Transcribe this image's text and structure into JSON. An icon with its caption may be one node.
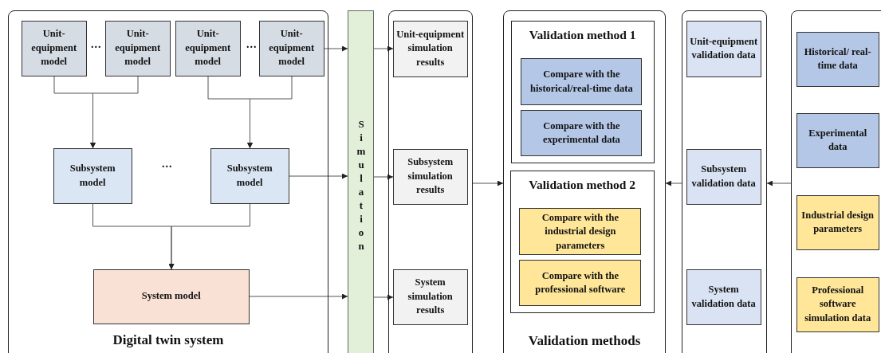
{
  "diagram": {
    "nodes": [
      {
        "text": [
          "Digital twin system"
        ]
      },
      {
        "text": [
          "Unit-equipment model"
        ],
        "in": 0
      },
      {
        "text": [
          "Unit-equipment model"
        ],
        "in": 0
      },
      {
        "text": [
          "Unit-equipment model"
        ],
        "in": 0
      },
      {
        "text": [
          "Unit-equipment model"
        ],
        "in": 0
      },
      {
        "text": [
          "Subsystem model"
        ],
        "in": 0
      },
      {
        "text": [
          "Subsystem model"
        ],
        "in": 0
      },
      {
        "text": [
          "System model"
        ],
        "in": 0
      },
      {
        "text": [
          "Simulation"
        ]
      },
      {
        "text": [],
        "shape": "box"
      },
      {
        "text": [
          "Unit-equipment simulation results"
        ],
        "in": 9
      },
      {
        "text": [
          "Subsystem simulation results"
        ],
        "in": 9
      },
      {
        "text": [
          "System simulation results"
        ],
        "in": 9
      },
      {
        "text": [
          "Validation methods"
        ]
      },
      {
        "text": [
          "Validation method 1"
        ],
        "in": 13
      },
      {
        "text": [
          "Compare with the historical/real-time data"
        ],
        "in": 14
      },
      {
        "text": [
          "Compare with the experimental data"
        ],
        "in": 14
      },
      {
        "text": [
          "Validation method 2"
        ],
        "in": 13
      },
      {
        "text": [
          "Compare with the industrial design parameters"
        ],
        "in": 17
      },
      {
        "text": [
          "Compare with the professional software"
        ],
        "in": 17
      },
      {
        "text": [],
        "shape": "box"
      },
      {
        "text": [
          "Unit-equipment validation data"
        ],
        "in": 20
      },
      {
        "text": [
          "Subsystem validation data"
        ],
        "in": 20
      },
      {
        "text": [
          "System validation data"
        ],
        "in": 20
      },
      {
        "text": [],
        "shape": "box"
      },
      {
        "text": [
          "Historical/ real-time data"
        ],
        "in": 24
      },
      {
        "text": [
          "Experimental data"
        ],
        "in": 24
      },
      {
        "text": [
          "Industrial design parameters"
        ],
        "in": 24
      },
      {
        "text": [
          "Professional software simulation data"
        ],
        "in": 24
      }
    ],
    "edges": [
      {
        "from": 1,
        "to": 5,
        "arrow": "to"
      },
      {
        "from": 2,
        "to": 5,
        "arrow": "to"
      },
      {
        "from": 3,
        "to": 6,
        "arrow": "to"
      },
      {
        "from": 4,
        "to": 6,
        "arrow": "to"
      },
      {
        "from": 5,
        "to": 7,
        "arrow": "to"
      },
      {
        "from": 6,
        "to": 7,
        "arrow": "to"
      },
      {
        "from": 4,
        "to": 8,
        "arrow": "to"
      },
      {
        "from": 6,
        "to": 8,
        "arrow": "to"
      },
      {
        "from": 7,
        "to": 8,
        "arrow": "to"
      },
      {
        "from": 8,
        "to": 10,
        "arrow": "to"
      },
      {
        "from": 8,
        "to": 11,
        "arrow": "to"
      },
      {
        "from": 8,
        "to": 12,
        "arrow": "to"
      },
      {
        "from": 9,
        "to": 13,
        "arrow": "to"
      },
      {
        "from": 20,
        "to": 13,
        "arrow": "to"
      },
      {
        "from": 24,
        "to": 20,
        "arrow": "to"
      }
    ],
    "labels": [
      "...",
      "...",
      "..."
    ]
  }
}
